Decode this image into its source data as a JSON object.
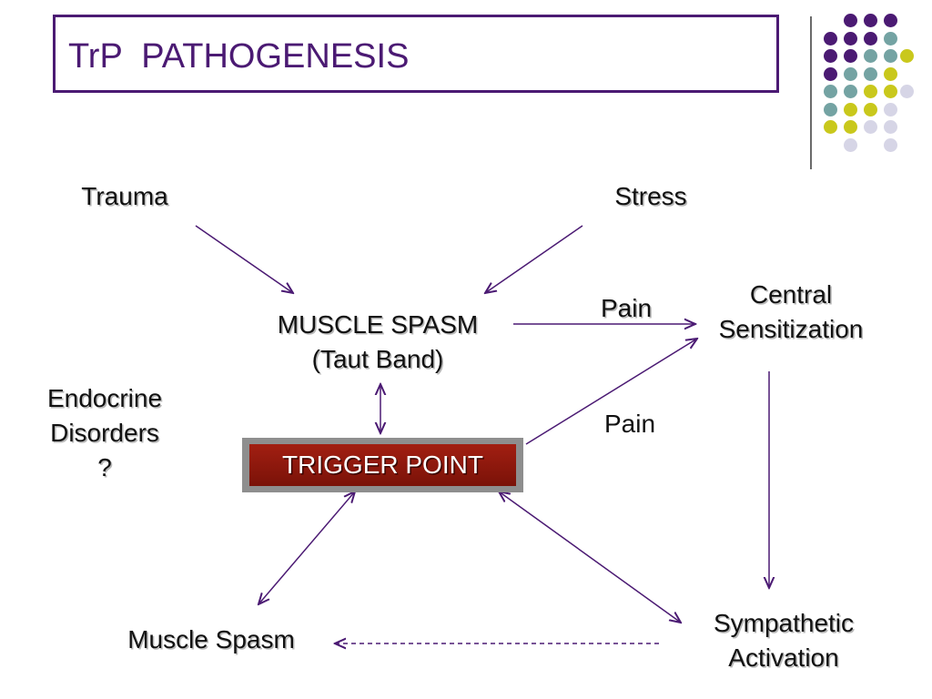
{
  "title": "TrP  PATHOGENESIS",
  "colors": {
    "accent": "#4b1a73",
    "dot_purple": "#4b1a73",
    "dot_teal": "#74a3a3",
    "dot_yellow": "#c9c81c",
    "dot_lavender": "#d6d5e6",
    "trigger_fill": "#8f1a0c",
    "arrow": "#4b1a73"
  },
  "nodes": {
    "trauma": "Trauma",
    "stress": "Stress",
    "muscle_spasm_main_line1": "MUSCLE SPASM",
    "muscle_spasm_main_line2": "(Taut Band)",
    "central_line1": "Central",
    "central_line2": "Sensitization",
    "endocrine_line1": "Endocrine",
    "endocrine_line2": "Disorders",
    "endocrine_line3": "?",
    "trigger_point": "TRIGGER POINT",
    "muscle_spasm_bottom": "Muscle Spasm",
    "sympathetic_line1": "Sympathetic",
    "sympathetic_line2": "Activation"
  },
  "edge_labels": {
    "pain_upper": "Pain",
    "pain_lower": "Pain"
  }
}
